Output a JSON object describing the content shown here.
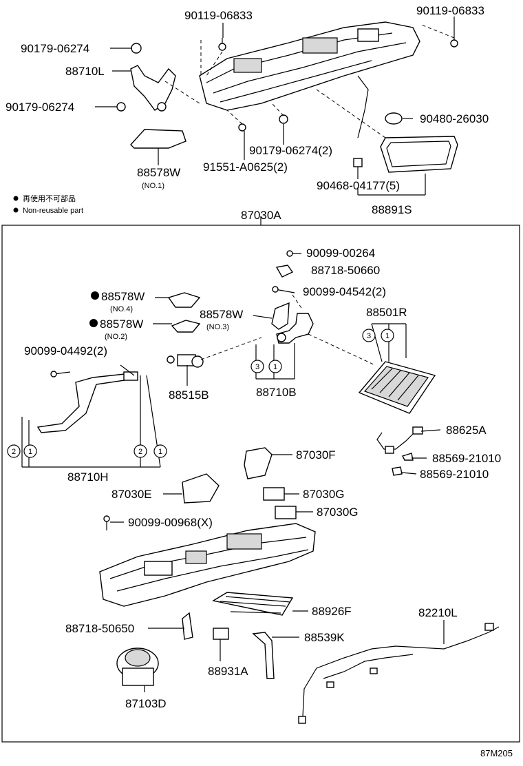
{
  "legend": {
    "jp": "再使用不可部品",
    "en": "Non-reusable part"
  },
  "diagram_code": "87M205",
  "labels": {
    "p90119_a": "90119-06833",
    "p90119_b": "90119-06833",
    "p90179_a": "90179-06274",
    "p88710L": "88710L",
    "p90179_b": "90179-06274",
    "p90480": "90480-26030",
    "p90179_c": "90179-06274(2)",
    "p91551": "91551-A0625(2)",
    "p88578W_1": "88578W",
    "p88578W_1_sub": "(NO.1)",
    "p90468": "90468-04177(5)",
    "p88891S": "88891S",
    "p87030A": "87030A",
    "p90099_264": "90099-00264",
    "p88718_660": "88718-50660",
    "p90099_542": "90099-04542(2)",
    "p88578W_4": "88578W",
    "p88578W_4_sub": "(NO.4)",
    "p88578W_3": "88578W",
    "p88578W_3_sub": "(NO.3)",
    "p88578W_2": "88578W",
    "p88578W_2_sub": "(NO.2)",
    "p88501R": "88501R",
    "p90099_492": "90099-04492(2)",
    "p88515B": "88515B",
    "p88710B": "88710B",
    "p88625A": "88625A",
    "p88569_a": "88569-21010",
    "p88569_b": "88569-21010",
    "p87030F": "87030F",
    "p88710H": "88710H",
    "p87030E": "87030E",
    "p87030G_a": "87030G",
    "p87030G_b": "87030G",
    "p90099_968": "90099-00968(X)",
    "p88926F": "88926F",
    "p82210L": "82210L",
    "p88718_650": "88718-50650",
    "p88539K": "88539K",
    "p88931A": "88931A",
    "p87103D": "87103D"
  },
  "callouts": {
    "c1": "1",
    "c2": "2",
    "c3": "3"
  }
}
